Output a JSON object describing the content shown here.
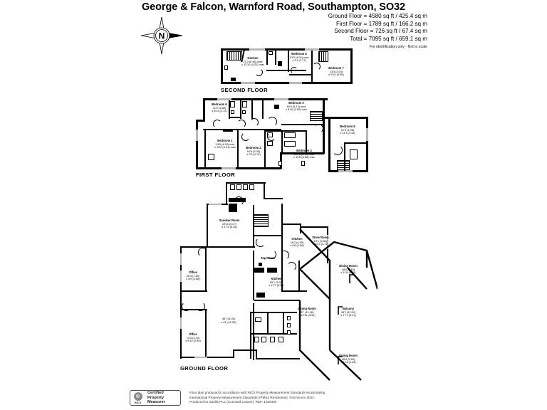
{
  "document": {
    "title": "George & Falcon, Warnford Road, Southampton, SO32",
    "disclaimer": "For identification only - Not to scale"
  },
  "areas": [
    "Ground Floor = 4580 sq ft / 425.4 sq m",
    "First Floor = 1789 sq ft / 166.2 sq m",
    "Second Floor = 726 sq ft / 67.4 sq m",
    "Total = 7095 sq ft / 659.1 sq m"
  ],
  "compass": {
    "label": "N"
  },
  "floors": [
    {
      "id": "second",
      "label": "SECOND FLOOR",
      "rooms": [
        {
          "name": "Kitchen",
          "dim1": "21'3 (6.48) max",
          "dim2": "x 13'10 (4.22) max"
        },
        {
          "name": "Bedroom 8",
          "dim1": "13'3 (4.04) max",
          "dim2": "x 9'1 (2.77)"
        },
        {
          "name": "Bedroom 7",
          "dim1": "13'3 (4.04)",
          "dim2": "x 9'10 (2.99)"
        }
      ]
    },
    {
      "id": "first",
      "label": "FIRST FLOOR",
      "rooms": [
        {
          "name": "Bedroom 6",
          "dim1": "11'9 (3.58)",
          "dim2": "x 8'11 (2.72)"
        },
        {
          "name": "Bedroom 3",
          "dim1": "16'9 (5.13) max",
          "dim2": "x 9'10 (2.99) max"
        },
        {
          "name": "Bedroom 5",
          "dim1": "12'4 (4.06)",
          "dim2": "x 11'3 (3.43)"
        },
        {
          "name": "Bedroom 1",
          "dim1": "14'5 (4.39) max",
          "dim2": "x 13'2 (4.01) max"
        },
        {
          "name": "Bedroom 2",
          "dim1": "16'5 (5.00)",
          "dim2": "x 9'3 (2.76)"
        },
        {
          "name": "Bedroom 4",
          "dim1": "13'11 (4.24) max",
          "dim2": "x 12'8 (3.86) max"
        }
      ]
    },
    {
      "id": "ground",
      "label": "GROUND FLOOR",
      "rooms": [
        {
          "name": "Snooker Room",
          "dim1": "19'11 (6.07)",
          "dim2": "x 17'3 (5.26)"
        },
        {
          "name": "Kitchen",
          "dim1": "16'2 (4.93)",
          "dim2": "x 9'8 (2.96)"
        },
        {
          "name": "Store Room",
          "dim1": "19'1 (5.84)",
          "dim2": "x 12'2 (3.71)"
        },
        {
          "name": "Tap Room",
          "dim1": "",
          "dim2": ""
        },
        {
          "name": "Kitchen",
          "dim1": "29'7 (9.02)",
          "dim2": "x 17'7 (5.38)"
        },
        {
          "name": "Dining Room",
          "dim1": "18'6 (5.63)",
          "dim2": "x 11'6 (3.50)"
        },
        {
          "name": "Office",
          "dim1": "25'3 (7.69)",
          "dim2": "x 8'9 (2.66)"
        },
        {
          "name": "Office",
          "dim1": "14'3 (4.34)",
          "dim2": "x 9'10 (2.99)"
        },
        {
          "name": "Dining Room",
          "dim1": "37' (11.28)",
          "dim2": "x 12'11 (3.94)"
        },
        {
          "name": "Balcony",
          "dim1": "39'1 (11.92)",
          "dim2": "x 17'1 (5.21)"
        },
        {
          "name": "Dining Room",
          "dim1": "18'4 (5.59)",
          "dim2": "x 11'4 (3.45)"
        },
        {
          "name": "",
          "dim1": "46' (14.03)",
          "dim2": "x 41' (12.53)"
        }
      ]
    }
  ],
  "footer": {
    "badge": {
      "brand": "RICS",
      "line1": "Certified",
      "line2": "Property",
      "line3": "Measurer"
    },
    "note": "Floor plan produced in accordance with RICS Property Measurement Standards incorporating\nInternational Property Measurement Standards (IPMS2 Residential).   ©nichecom 2023.\nProduced for Savills PLC (Licensed Leisure).   REF: 1025420"
  }
}
